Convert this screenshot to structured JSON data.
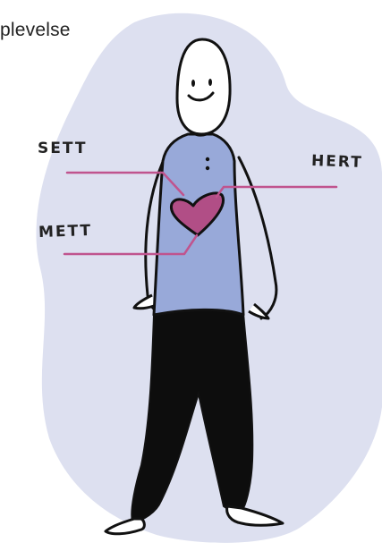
{
  "title_fragment": "plevelse",
  "labels": {
    "sett": "SETT",
    "mett": "METT",
    "hert": "HERT"
  },
  "colors": {
    "blob": "#dde0f0",
    "shirt": "#98a9d9",
    "heart": "#b14e86",
    "pointer_lines": "#c0548e",
    "pants": "#0d0d0d",
    "outline": "#111111"
  }
}
